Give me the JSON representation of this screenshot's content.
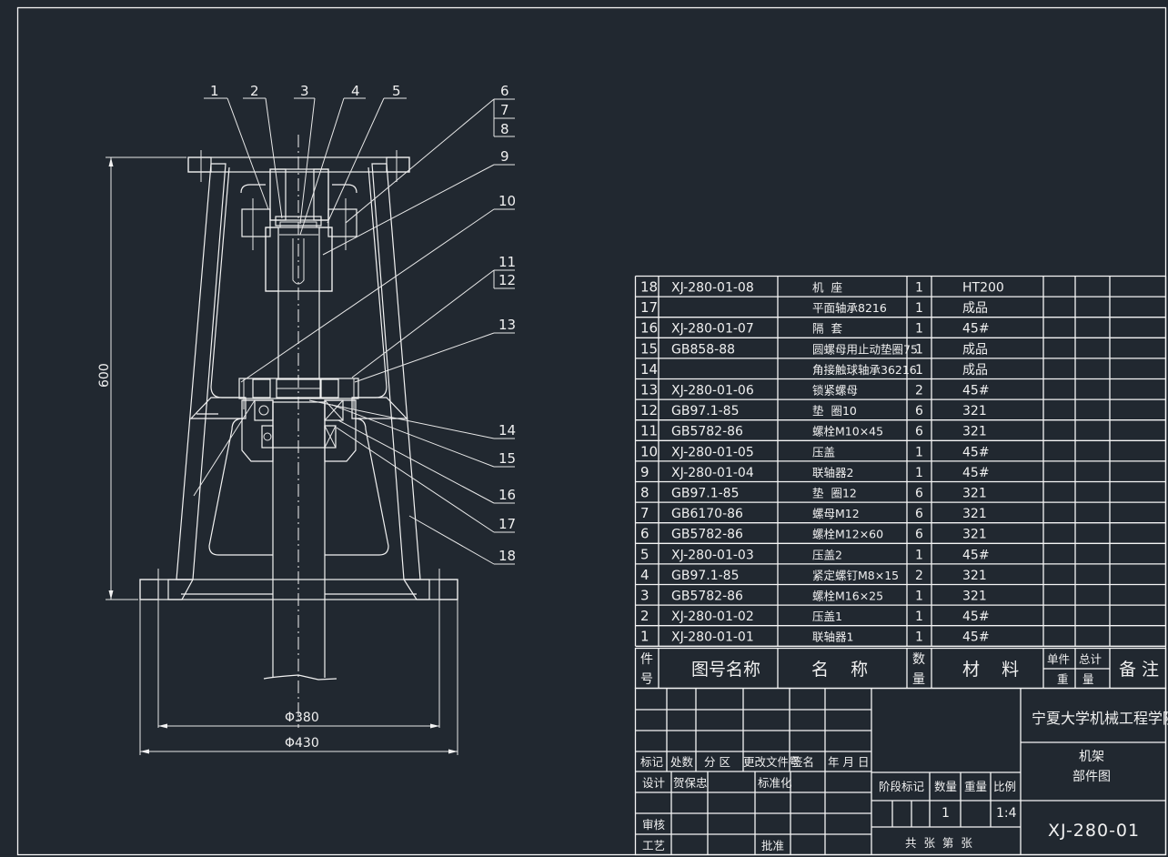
{
  "drawing": {
    "leader_labels_top": [
      "1",
      "2",
      "3",
      "4",
      "5"
    ],
    "leader_labels_right": [
      "6",
      "7",
      "8",
      "9",
      "10",
      "11",
      "12",
      "13",
      "14",
      "15",
      "16",
      "17",
      "18"
    ],
    "dimensions": {
      "height": "600",
      "inner_diameter": "Φ380",
      "outer_diameter": "Φ430"
    }
  },
  "parts_list": {
    "rows": [
      {
        "no": "18",
        "code": "XJ-280-01-08",
        "name": "机  座",
        "qty": "1",
        "material": "HT200"
      },
      {
        "no": "17",
        "code": "",
        "name": "平面轴承8216",
        "qty": "1",
        "material": "成品"
      },
      {
        "no": "16",
        "code": "XJ-280-01-07",
        "name": "隔  套",
        "qty": "1",
        "material": "45#"
      },
      {
        "no": "15",
        "code": "GB858-88",
        "name": "圆螺母用止动垫圈75",
        "qty": "1",
        "material": "成品"
      },
      {
        "no": "14",
        "code": "",
        "name": "角接触球轴承36216",
        "qty": "1",
        "material": "成品"
      },
      {
        "no": "13",
        "code": "XJ-280-01-06",
        "name": "锁紧螺母",
        "qty": "2",
        "material": "45#"
      },
      {
        "no": "12",
        "code": "GB97.1-85",
        "name": "垫  圈10",
        "qty": "6",
        "material": "321"
      },
      {
        "no": "11",
        "code": "GB5782-86",
        "name": "螺栓M10×45",
        "qty": "6",
        "material": "321"
      },
      {
        "no": "10",
        "code": "XJ-280-01-05",
        "name": "压盖",
        "qty": "1",
        "material": "45#"
      },
      {
        "no": "9",
        "code": "XJ-280-01-04",
        "name": "联轴器2",
        "qty": "1",
        "material": "45#"
      },
      {
        "no": "8",
        "code": "GB97.1-85",
        "name": "垫  圈12",
        "qty": "6",
        "material": "321"
      },
      {
        "no": "7",
        "code": "GB6170-86",
        "name": "螺母M12",
        "qty": "6",
        "material": "321"
      },
      {
        "no": "6",
        "code": "GB5782-86",
        "name": "螺栓M12×60",
        "qty": "6",
        "material": "321"
      },
      {
        "no": "5",
        "code": "XJ-280-01-03",
        "name": "压盖2",
        "qty": "1",
        "material": "45#"
      },
      {
        "no": "4",
        "code": "GB97.1-85",
        "name": "紧定螺钉M8×15",
        "qty": "2",
        "material": "321"
      },
      {
        "no": "3",
        "code": "GB5782-86",
        "name": "螺栓M16×25",
        "qty": "1",
        "material": "321"
      },
      {
        "no": "2",
        "code": "XJ-280-01-02",
        "name": "压盖1",
        "qty": "1",
        "material": "45#"
      },
      {
        "no": "1",
        "code": "XJ-280-01-01",
        "name": "联轴器1",
        "qty": "1",
        "material": "45#"
      }
    ],
    "header": {
      "no_top": "件",
      "no_bottom": "号",
      "code": "图号名称",
      "name": "名    称",
      "qty_top": "数",
      "qty_bottom": "量",
      "material": "材    料",
      "unit_weight_top": "单件",
      "total_top": "总计",
      "weight_bottom_a": "重",
      "weight_bottom_b": "量",
      "remarks": "备 注"
    }
  },
  "title_block": {
    "revision_headers": [
      "标记",
      "处数",
      "分 区",
      "更改文件号",
      "签名",
      "年 月 日"
    ],
    "design_label": "设计",
    "designer": "贺保忠",
    "standardization_label": "标准化",
    "review_label": "审核",
    "process_label": "工艺",
    "approve_label": "批准",
    "stage_label": "阶段标记",
    "quantity_label": "数量",
    "weight_label": "重量",
    "scale_label": "比例",
    "quantity_value": "1",
    "scale_value": "1:4",
    "sheets_label": "共  张  第  张",
    "institution": "宁夏大学机械工程学院",
    "drawing_name_line1": "机架",
    "drawing_name_line2": "部件图",
    "drawing_number": "XJ-280-01"
  }
}
